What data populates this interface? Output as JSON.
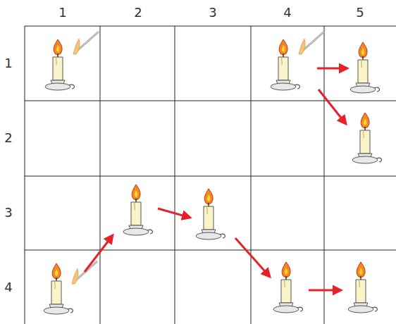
{
  "diagram": {
    "labels": [
      "1",
      "2",
      "3",
      "4",
      "5",
      "1",
      "2",
      "3",
      "4"
    ]
  }
}
